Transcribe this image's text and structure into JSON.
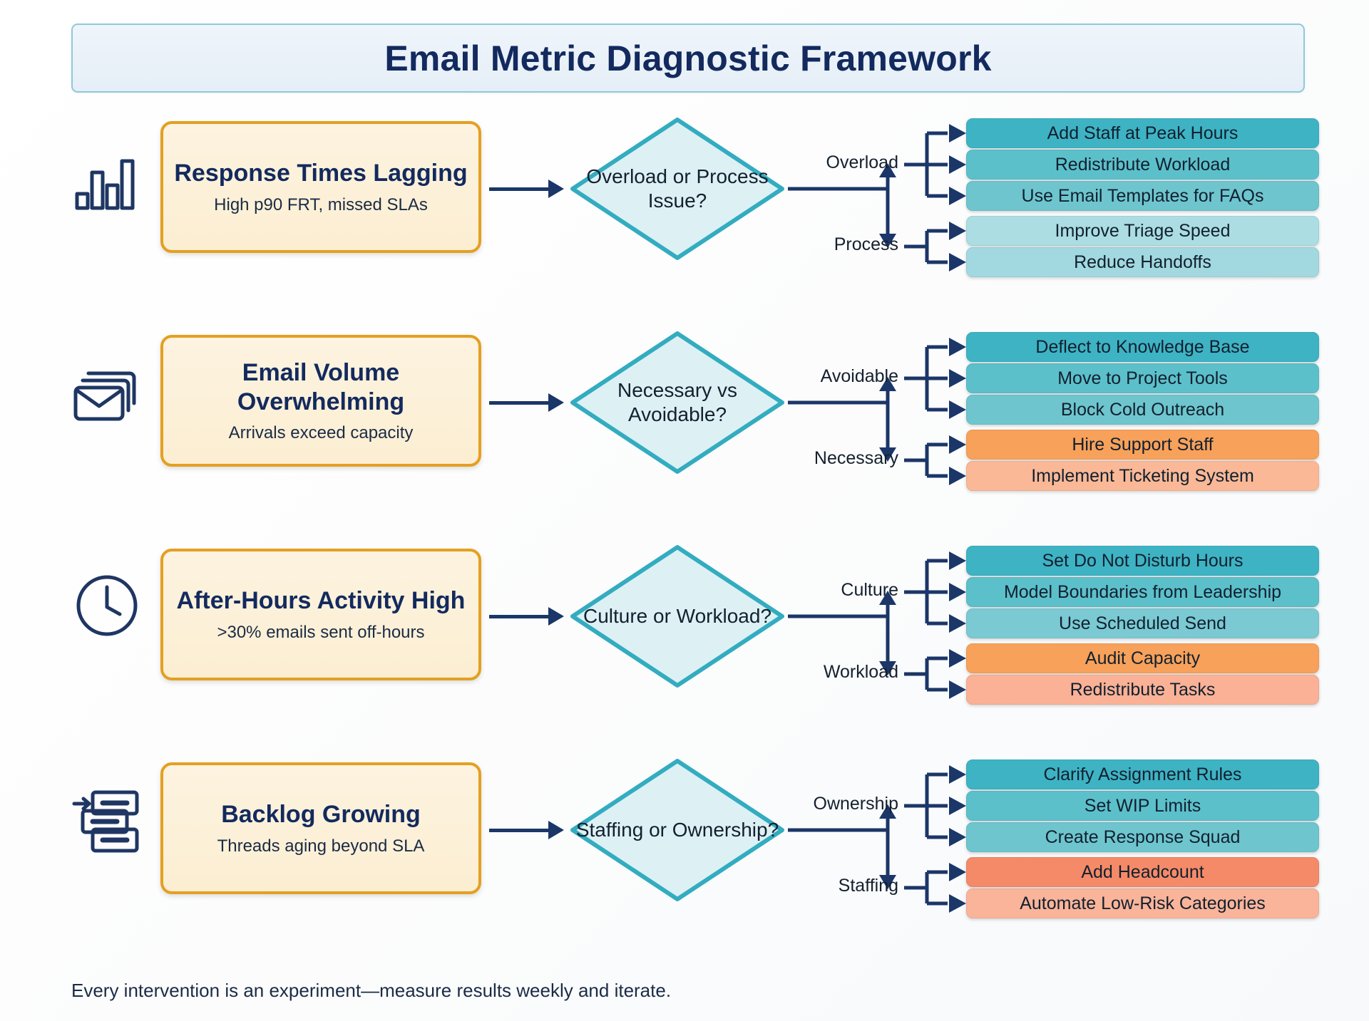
{
  "header": {
    "title": "Email Metric Diagnostic Framework"
  },
  "footer": {
    "text": "Every intervention is an experiment—measure results weekly and iterate."
  },
  "colors": {
    "title_text": "#132a5e",
    "title_bg": "#e9f1f9",
    "title_border": "#8fc9d8",
    "problem_fill": "#fcf0dc",
    "problem_border": "#e3a021",
    "diamond_fill": "#ddf1f5",
    "diamond_border": "#33acc0",
    "arrow": "#1b3668",
    "icon": "#1f3663",
    "teal_1": "#3eb3c4",
    "teal_2": "#5cc0cb",
    "teal_3": "#85ccd4",
    "teal_light_1": "#a9dde3",
    "teal_light_2": "#a3d9e0",
    "orange_1": "#f8a15a",
    "orange_2": "#fab896",
    "orange_strong": "#f58a68",
    "orange_soft": "#f9b49a"
  },
  "rows": [
    {
      "icon": "bar-chart-icon",
      "problem": {
        "title": "Response Times Lagging",
        "subtitle": "High p90 FRT, missed SLAs"
      },
      "decision": {
        "text": "Overload or Process Issue?"
      },
      "branch_a": {
        "label": "Overload",
        "actions": [
          {
            "text": "Add Staff at Peak Hours",
            "color": "#3eb3c4"
          },
          {
            "text": "Redistribute Workload",
            "color": "#5cc0cb"
          },
          {
            "text": "Use Email Templates for FAQs",
            "color": "#6ec5ce"
          }
        ]
      },
      "branch_b": {
        "label": "Process",
        "actions": [
          {
            "text": "Improve Triage Speed",
            "color": "#abdde3"
          },
          {
            "text": "Reduce Handoffs",
            "color": "#a2d8df"
          }
        ]
      }
    },
    {
      "icon": "stacked-envelopes-icon",
      "problem": {
        "title": "Email Volume Overwhelming",
        "subtitle": "Arrivals exceed capacity"
      },
      "decision": {
        "text": "Necessary vs Avoidable?"
      },
      "branch_a": {
        "label": "Avoidable",
        "actions": [
          {
            "text": "Deflect to Knowledge Base",
            "color": "#3eb3c4"
          },
          {
            "text": "Move to Project Tools",
            "color": "#5cc0cb"
          },
          {
            "text": "Block Cold Outreach",
            "color": "#6ec5ce"
          }
        ]
      },
      "branch_b": {
        "label": "Necessary",
        "actions": [
          {
            "text": "Hire Support Staff",
            "color": "#f8a15a"
          },
          {
            "text": "Implement Ticketing System",
            "color": "#fab896"
          }
        ]
      }
    },
    {
      "icon": "clock-icon",
      "problem": {
        "title": "After-Hours Activity High",
        "subtitle": ">30% emails sent off-hours"
      },
      "decision": {
        "text": "Culture or Workload?"
      },
      "branch_a": {
        "label": "Culture",
        "actions": [
          {
            "text": "Set Do Not Disturb Hours",
            "color": "#3eb3c4"
          },
          {
            "text": "Model Boundaries from Leadership",
            "color": "#5cc0cb"
          },
          {
            "text": "Use Scheduled Send",
            "color": "#7bc9d2"
          }
        ]
      },
      "branch_b": {
        "label": "Workload",
        "actions": [
          {
            "text": "Audit Capacity",
            "color": "#f8a15a"
          },
          {
            "text": "Redistribute Tasks",
            "color": "#fab196"
          }
        ]
      }
    },
    {
      "icon": "backlog-icon",
      "problem": {
        "title": "Backlog Growing",
        "subtitle": "Threads aging beyond SLA"
      },
      "decision": {
        "text": "Staffing or Ownership?"
      },
      "branch_a": {
        "label": "Ownership",
        "actions": [
          {
            "text": "Clarify Assignment Rules",
            "color": "#3eb3c4"
          },
          {
            "text": "Set WIP Limits",
            "color": "#5cc0cb"
          },
          {
            "text": "Create Response Squad",
            "color": "#6ec5ce"
          }
        ]
      },
      "branch_b": {
        "label": "Staffing",
        "actions": [
          {
            "text": "Add Headcount",
            "color": "#f58a68"
          },
          {
            "text": "Automate Low-Risk Categories",
            "color": "#f9b49a"
          }
        ]
      }
    }
  ]
}
